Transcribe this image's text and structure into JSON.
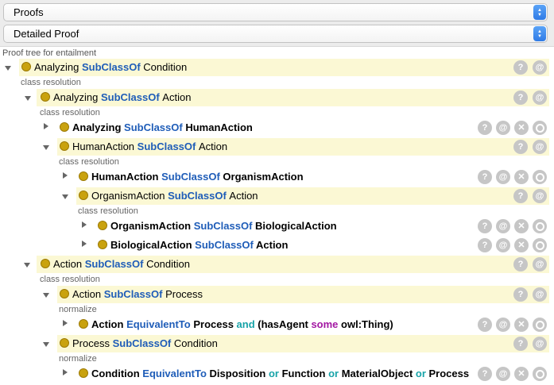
{
  "dropdowns": [
    {
      "value": "Proofs"
    },
    {
      "value": "Detailed Proof"
    }
  ],
  "panel_title": "Proof tree for entailment",
  "button_icons": {
    "explain": "?",
    "annotate": "@",
    "delete": "✕"
  },
  "colors": {
    "keyword": "#1f5db8",
    "some": "#a318a3",
    "or": "#17a3a8",
    "dot": "#c9a20f",
    "highlight": "#fbf8d4"
  },
  "rows": [
    {
      "parts": [
        "Analyzing",
        " SubClassOf ",
        "Condition"
      ]
    },
    {
      "label": "class resolution"
    },
    {
      "parts": [
        "Analyzing",
        " SubClassOf ",
        "Action"
      ]
    },
    {
      "label": "class resolution"
    },
    {
      "parts": [
        "Analyzing",
        " SubClassOf ",
        "HumanAction"
      ]
    },
    {
      "parts": [
        "HumanAction",
        " SubClassOf ",
        "Action"
      ]
    },
    {
      "label": "class resolution"
    },
    {
      "parts": [
        "HumanAction",
        " SubClassOf ",
        "OrganismAction"
      ]
    },
    {
      "parts": [
        "OrganismAction",
        " SubClassOf ",
        "Action"
      ]
    },
    {
      "label": "class resolution"
    },
    {
      "parts": [
        "OrganismAction",
        " SubClassOf ",
        "BiologicalAction"
      ]
    },
    {
      "parts": [
        "BiologicalAction",
        " SubClassOf ",
        "Action"
      ]
    },
    {
      "parts": [
        "Action",
        " SubClassOf ",
        "Condition"
      ]
    },
    {
      "label": "class resolution"
    },
    {
      "parts": [
        "Action",
        " SubClassOf ",
        "Process"
      ]
    },
    {
      "label": "normalize"
    },
    {
      "parts": [
        "Action",
        " EquivalentTo ",
        "Process",
        " and ",
        "(hasAgent",
        " some ",
        "owl:Thing)"
      ]
    },
    {
      "parts": [
        "Process",
        " SubClassOf ",
        "Condition"
      ]
    },
    {
      "label": "normalize"
    },
    {
      "parts": [
        "Condition",
        " EquivalentTo ",
        "Disposition",
        " or ",
        "Function",
        " or ",
        "MaterialObject",
        " or ",
        "Process"
      ]
    }
  ]
}
